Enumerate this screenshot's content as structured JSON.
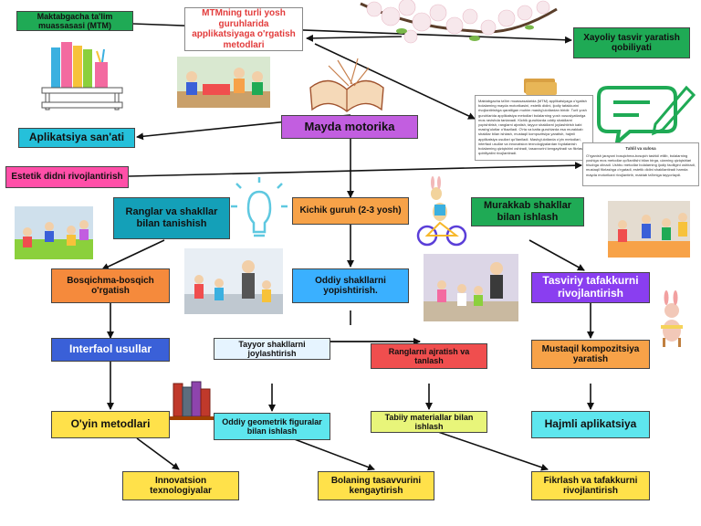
{
  "title": "MTMning turli yosh guruhlarida applikatsiyaga o'rgatish metodlari",
  "nodes": {
    "maktabgacha": "Maktabgacha ta'lim muassasasi (MTM)",
    "xayoliy": "Xayoliy tasvir yaratish qobiliyati",
    "mayda_motorika": "Mayda motorika",
    "aplikatsiya_sanati": "Aplikatsiya san'ati",
    "estetik_did": "Estetik didni rivojlantirish",
    "ranglar_shakllar": "Ranglar va shakllar bilan tanishish",
    "kichik_guruh": "Kichik guruh (2-3 yosh)",
    "murakkab_shakllar": "Murakkab shakllar bilan ishlash",
    "bosqichma": "Bosqichma-bosqich o'rgatish",
    "oddiy_yopishtirish": "Oddiy shakllarni yopishtirish.",
    "tasviriy_tafakkur": "Tasviriy tafakkurni rivojlantirish",
    "interfaol": "Interfaol usullar",
    "tayyor_shakllar": "Tayyor shakllarni joylashtirish",
    "ranglarni_ajratish": "Ranglarni ajratish va tanlash",
    "mustaqil": "Mustaqil kompozitsiya yaratish",
    "oyin_metodlari": "O'yin metodlari",
    "geometrik": "Oddiy geometrik figuralar bilan ishlash",
    "tabiiy": "Tabiiy materiallar bilan ishlash",
    "hajmli": "Hajmli aplikatsiya",
    "innovatsion": "Innovatsion texnologiyalar",
    "bolaning_tasavvuri": "Bolaning tasavvurini kengaytirish",
    "fikrlash": "Fikrlash va tafakkurni rivojlantirish"
  },
  "doc1": {
    "text": "Maktabgacha ta'lim muassasalarida (MTM) applikatsiyaga o'rgatish bolalarning mayda motorikasini, estetik didini, ijodiy tafakkurini rivojlantirishga qaratilgan muhim mashg'ulotlardan biridir. Turli yosh guruhlarida applikatsiya metodlari bolalarning yosh xususiyatlariga mos ravishda tanlanadi. Kichik guruhlarda oddiy shakllarni yopishtirish, ranglarni ajratish, tayyor shakllarni joylashtirish kabi mashg'ulotlar o'tkaziladi. O'rta va katta guruhlarda esa murakkab shakllar bilan ishlash, mustaqil kompozitsiya yaratish, hajmli applikatsiya usullari qo'llaniladi. Mashg'ulotlarda o'yin metodlari, interfaol usullar va innovatsion texnologiyalardan foydalanish bolalarning qiziqishini oshiradi, tasavvurini kengaytiradi va fikrlash qobiliyatini rivojlantiradi."
  },
  "doc2": {
    "title": "Tahlil va xulosa",
    "text": "O'rganish jarayoni bosqichma-bosqich tashkil etilib, bolalarning yoshiga mos metodlar qo'llanilishi bilan birga, ularning qiziqishlari hisobga olinadi. Ushbu metodlar bolalarning ijodiy faolligini oshiradi, mustaqil fikrlashga o'rgatadi, estetik didini shakllantiradi hamda mayda motorikani rivojlantirib, maktab ta'limiga tayyorlaydi."
  },
  "colors": {
    "arrow": "#111111",
    "green": "#1faa55",
    "cyan": "#25c0da",
    "purple": "#c25ee0",
    "pink": "#ff4fa8",
    "teal": "#14a0b8",
    "orange": "#f7a248",
    "blue": "#3ab0ff",
    "violet": "#8a3ef0",
    "navy": "#3a60d8",
    "red": "#f04e4e",
    "yellow": "#ffe14a",
    "lime": "#e8f57a",
    "light_cyan": "#5ee6ee"
  },
  "icons": [
    "blossom-icon",
    "books-icon",
    "open-book-icon",
    "chat-pencil-icon",
    "lightbulb-icon",
    "bunny-bicycle-icon",
    "bunny-icon",
    "book-stack-icon",
    "folder-icon"
  ]
}
